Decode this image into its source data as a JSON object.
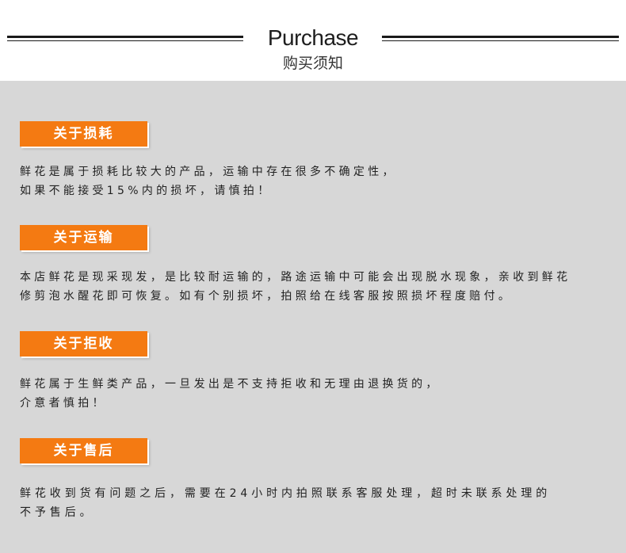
{
  "header": {
    "title": "Purchase",
    "subtitle": "购买须知"
  },
  "sections": [
    {
      "label": "关于损耗",
      "lines": [
        "鲜花是属于损耗比较大的产品，运输中存在很多不确定性，",
        "如果不能接受15%内的损坏，请慎拍！"
      ]
    },
    {
      "label": "关于运输",
      "lines": [
        "本店鲜花是现采现发，是比较耐运输的，路途运输中可能会出现脱水现象，亲收到鲜花",
        "修剪泡水醒花即可恢复。如有个别损坏，拍照给在线客服按照损坏程度赔付。"
      ]
    },
    {
      "label": "关于拒收",
      "lines": [
        "鲜花属于生鲜类产品，一旦发出是不支持拒收和无理由退换货的，",
        "介意者慎拍！"
      ]
    },
    {
      "label": "关于售后",
      "lines": [
        "鲜花收到货有问题之后，需要在24小时内拍照联系客服处理，超时未联系处理的",
        "不予售后。"
      ]
    }
  ],
  "colors": {
    "badge": "#f47a12",
    "panel": "#d7d7d7"
  }
}
